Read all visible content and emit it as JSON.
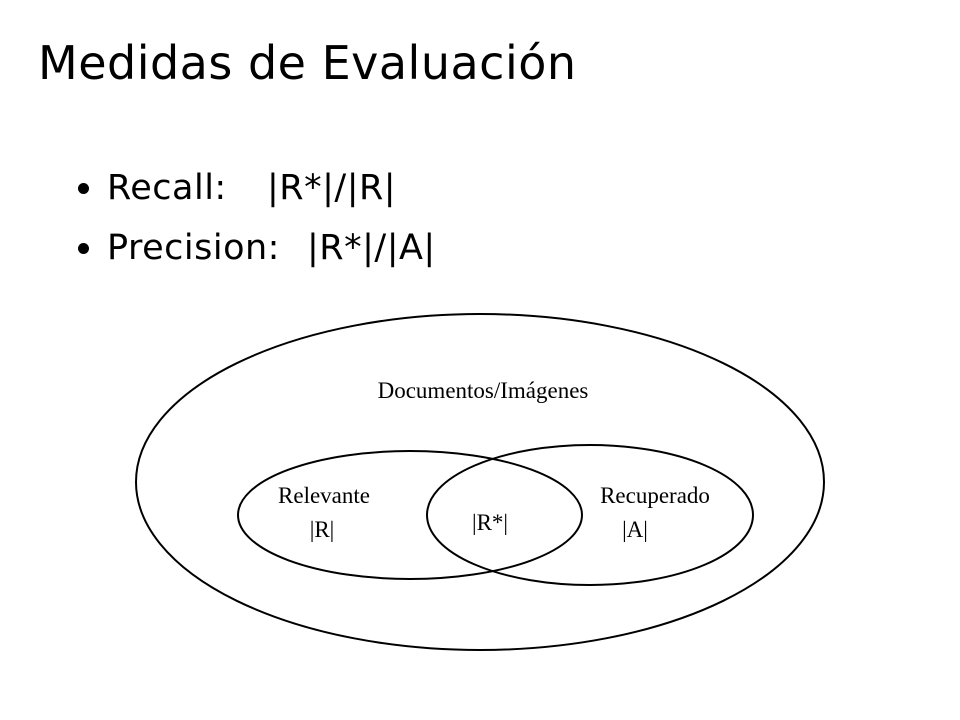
{
  "title": "Medidas de Evaluación",
  "bullets": [
    {
      "label": "Recall:",
      "formula": "|R*|/|R|"
    },
    {
      "label": "Precision:",
      "formula": "|R*|/|A|"
    }
  ],
  "diagram": {
    "universe_label": "Documentos/Imágenes",
    "relevant_label": "Relevante",
    "relevant_count": "|R|",
    "intersection_count": "|R*|",
    "retrieved_label": "Recuperado",
    "retrieved_count": "|A|"
  }
}
